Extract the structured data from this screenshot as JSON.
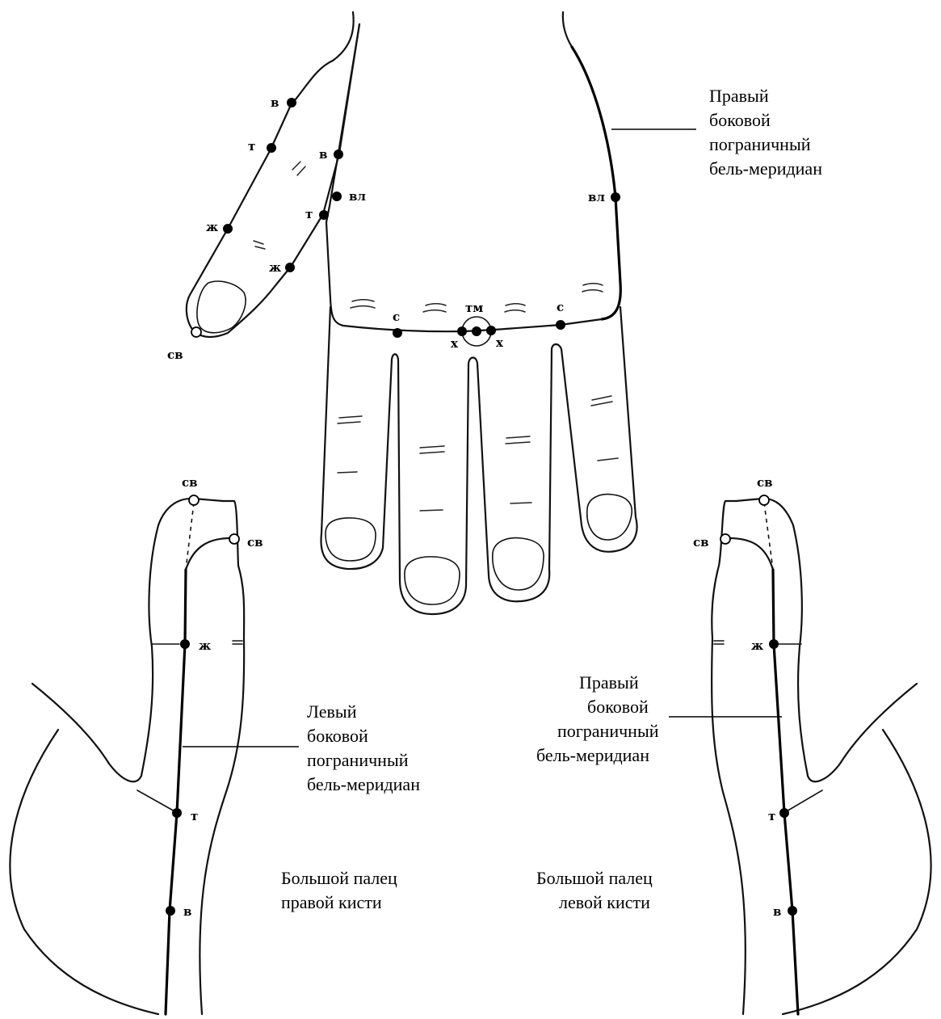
{
  "captions": {
    "top_right_meridian": [
      "Правый",
      "боковой",
      "пограничный",
      "бель-меридиан"
    ],
    "left_meridian": [
      "Левый",
      "боковой",
      "пограничный",
      "бель-меридиан"
    ],
    "right_meridian_bottom": [
      "Правый",
      "боковой",
      "пограничный",
      "бель-меридиан"
    ],
    "thumb_right_hand": [
      "Большой палец",
      "правой кисти"
    ],
    "thumb_left_hand": [
      "Большой палец",
      "левой кисти"
    ]
  },
  "point_labels": {
    "v": "в",
    "t": "т",
    "zh": "ж",
    "sv": "св",
    "vl": "вл",
    "s": "с",
    "tm": "тм",
    "kh": "х"
  }
}
